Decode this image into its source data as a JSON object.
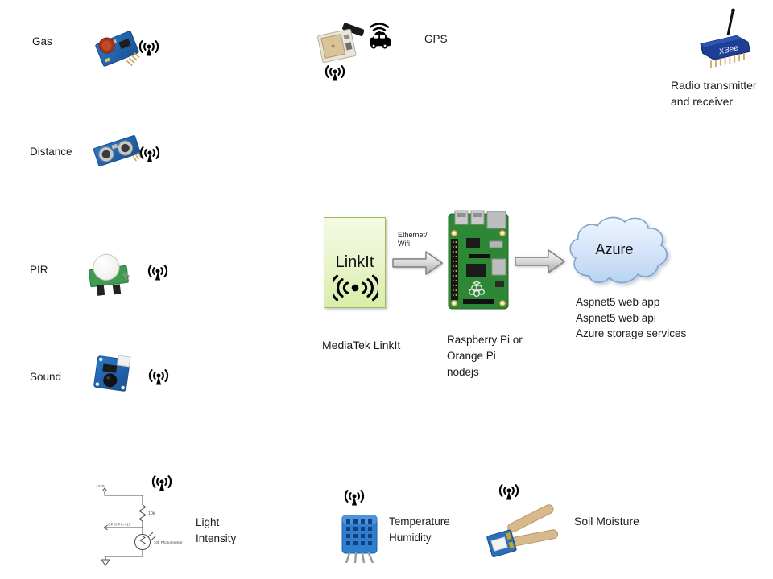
{
  "labels": {
    "gas": "Gas",
    "distance": "Distance",
    "pir": "PIR",
    "sound": "Sound",
    "light1": "Light",
    "light2": "Intensity",
    "gps": "GPS",
    "radio1": "Radio transmitter",
    "radio2": "and receiver",
    "hub_title": "LinkIt",
    "hub_caption": "MediaTek LinkIt",
    "conn1": "Ethernet/",
    "conn2": "Wifi",
    "gateway1": "Raspberry Pi or",
    "gateway2": "Orange Pi",
    "gateway3": "nodejs",
    "cloud_title": "Azure",
    "cloud_s1": "Aspnet5 web app",
    "cloud_s2": "Aspnet5 web api",
    "cloud_s3": "Azure storage services",
    "temp1": "Temperature",
    "temp2": "Humidity",
    "soil": "Soil Moisture",
    "xbee": "XBee"
  },
  "circuit": {
    "vcc": "+3.3V",
    "resistor": "10k",
    "gpio": "GPIO Pin #17",
    "photoresistor": "10k Photoresistor"
  },
  "icons": {
    "radio": "radio-broadcast-icon",
    "hub_wireless": "wireless-signal-icon",
    "car": "car-wifi-icon"
  },
  "colors": {
    "background": "#ffffff",
    "hub_fill_top": "#f3fae3",
    "hub_fill_bottom": "#d9eda9",
    "hub_border": "#9cba5d",
    "cloud_fill_top": "#edf4fd",
    "cloud_fill_bottom": "#bdd6f2",
    "cloud_border": "#7fa3cf",
    "arrow_border": "#7f7f7f",
    "pcb_blue": "#2063b4",
    "pcb_green": "#2e8735"
  }
}
